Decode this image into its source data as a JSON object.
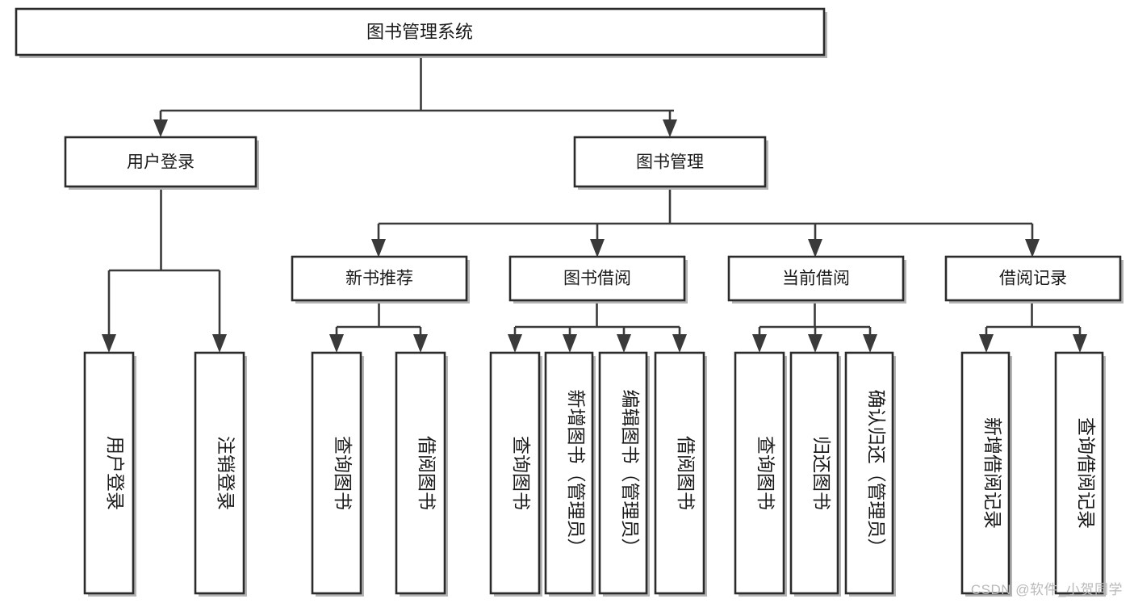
{
  "diagram": {
    "type": "tree-hierarchy",
    "title": "图书管理系统",
    "watermark": "CSDN @软件_小贺同学",
    "nodes": {
      "root": {
        "label": "图书管理系统"
      },
      "level2": [
        {
          "id": "user-login",
          "label": "用户登录"
        },
        {
          "id": "book-manage",
          "label": "图书管理"
        }
      ],
      "level3": [
        {
          "id": "new-book-recommend",
          "label": "新书推荐"
        },
        {
          "id": "book-borrow",
          "label": "图书借阅"
        },
        {
          "id": "current-borrow",
          "label": "当前借阅"
        },
        {
          "id": "borrow-record",
          "label": "借阅记录"
        }
      ],
      "leaves": {
        "user-login": [
          {
            "id": "leaf-user-login",
            "label": "用户登录"
          },
          {
            "id": "leaf-logout-login",
            "label": "注销登录"
          }
        ],
        "new-book-recommend": [
          {
            "id": "leaf-query-book-1",
            "label": "查询图书"
          },
          {
            "id": "leaf-borrow-book-1",
            "label": "借阅图书"
          }
        ],
        "book-borrow": [
          {
            "id": "leaf-query-book-2",
            "label": "查询图书"
          },
          {
            "id": "leaf-add-book-admin",
            "label": "新增图书（管理员）"
          },
          {
            "id": "leaf-edit-book-admin",
            "label": "编辑图书（管理员）"
          },
          {
            "id": "leaf-borrow-book-2",
            "label": "借阅图书"
          }
        ],
        "current-borrow": [
          {
            "id": "leaf-query-book-3",
            "label": "查询图书"
          },
          {
            "id": "leaf-return-book",
            "label": "归还图书"
          },
          {
            "id": "leaf-confirm-return-admin",
            "label": "确认归还（管理员）"
          }
        ],
        "borrow-record": [
          {
            "id": "leaf-add-borrow-record",
            "label": "新增借阅记录"
          },
          {
            "id": "leaf-query-borrow-record",
            "label": "查询借阅记录"
          }
        ]
      }
    },
    "colors": {
      "box_stroke": "#2b2b2b",
      "box_fill": "#ffffff",
      "connector": "#3a3a3a",
      "text": "#1a1a1a",
      "watermark": "#b9b9b9"
    }
  }
}
